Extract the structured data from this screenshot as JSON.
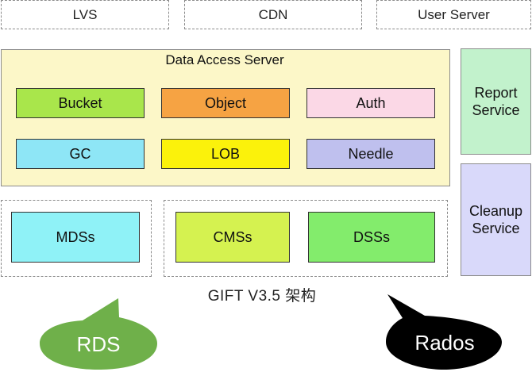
{
  "top_row": {
    "lvs": "LVS",
    "cdn": "CDN",
    "user_server": "User Server"
  },
  "data_access_server": {
    "title": "Data Access Server",
    "modules": [
      {
        "label": "Bucket",
        "color": "#a9e64b"
      },
      {
        "label": "Object",
        "color": "#f6a343"
      },
      {
        "label": "Auth",
        "color": "#fbd8e6"
      },
      {
        "label": "GC",
        "color": "#8ee6f6"
      },
      {
        "label": "LOB",
        "color": "#fbf20b"
      },
      {
        "label": "Needle",
        "color": "#bfc0ee"
      }
    ]
  },
  "side_services": {
    "report": {
      "line1": "Report",
      "line2": "Service",
      "color": "#c2f2cc"
    },
    "cleanup": {
      "line1": "Cleanup",
      "line2": "Service",
      "color": "#d9d9fa"
    }
  },
  "storage": {
    "mdss": {
      "label": "MDSs",
      "color": "#8ff2f7"
    },
    "cmss": {
      "label": "CMSs",
      "color": "#d5f250"
    },
    "dsss": {
      "label": "DSSs",
      "color": "#83ec6c"
    }
  },
  "caption": "GIFT V3.5 架构",
  "callouts": {
    "rds": {
      "label": "RDS",
      "color": "#6fb04a",
      "text_color": "#ffffff"
    },
    "rados": {
      "label": "Rados",
      "color": "#000000",
      "text_color": "#ffffff"
    }
  }
}
